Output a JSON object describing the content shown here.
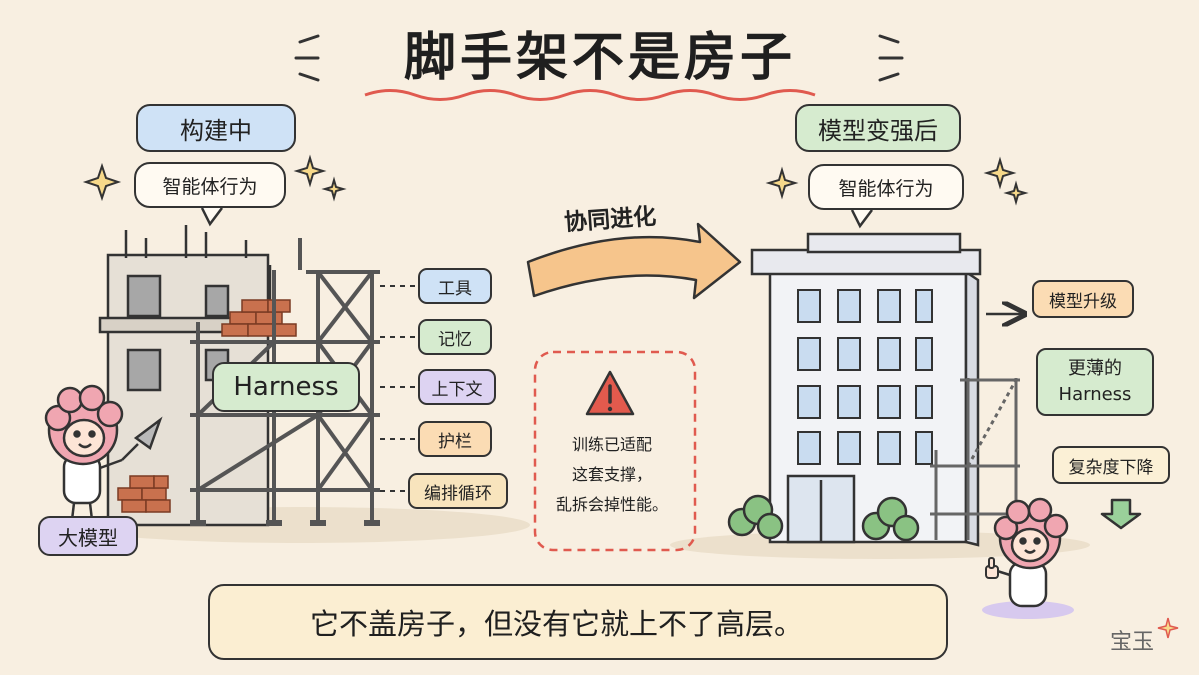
{
  "title": "脚手架不是房子",
  "left": {
    "header": "构建中",
    "bubble": "智能体行为",
    "harness_label": "Harness",
    "model_label": "大模型",
    "tools": [
      "工具",
      "记忆",
      "上下文",
      "护栏",
      "编排循环"
    ]
  },
  "middle": {
    "arrow_label": "协同进化",
    "warning_lines": [
      "训练已适配",
      "这套支撑，",
      "乱拆会掉性能。"
    ]
  },
  "right": {
    "header": "模型变强后",
    "bubble": "智能体行为",
    "upgrade_label": "模型升级",
    "thin_harness_lines": [
      "更薄的",
      "Harness"
    ],
    "complexity_label": "复杂度下降"
  },
  "footer": {
    "slogan": "它不盖房子，但没有它就上不了高层。",
    "signature": "宝玉"
  },
  "colors": {
    "background": "#f8efe1",
    "blue": "#cfe2f6",
    "green": "#d6ebcf",
    "purple": "#ddd3f2",
    "orange": "#fbdcb4",
    "accent_red": "#e05a4f",
    "arrow": "#f6c58c",
    "star": "#f5c542"
  }
}
